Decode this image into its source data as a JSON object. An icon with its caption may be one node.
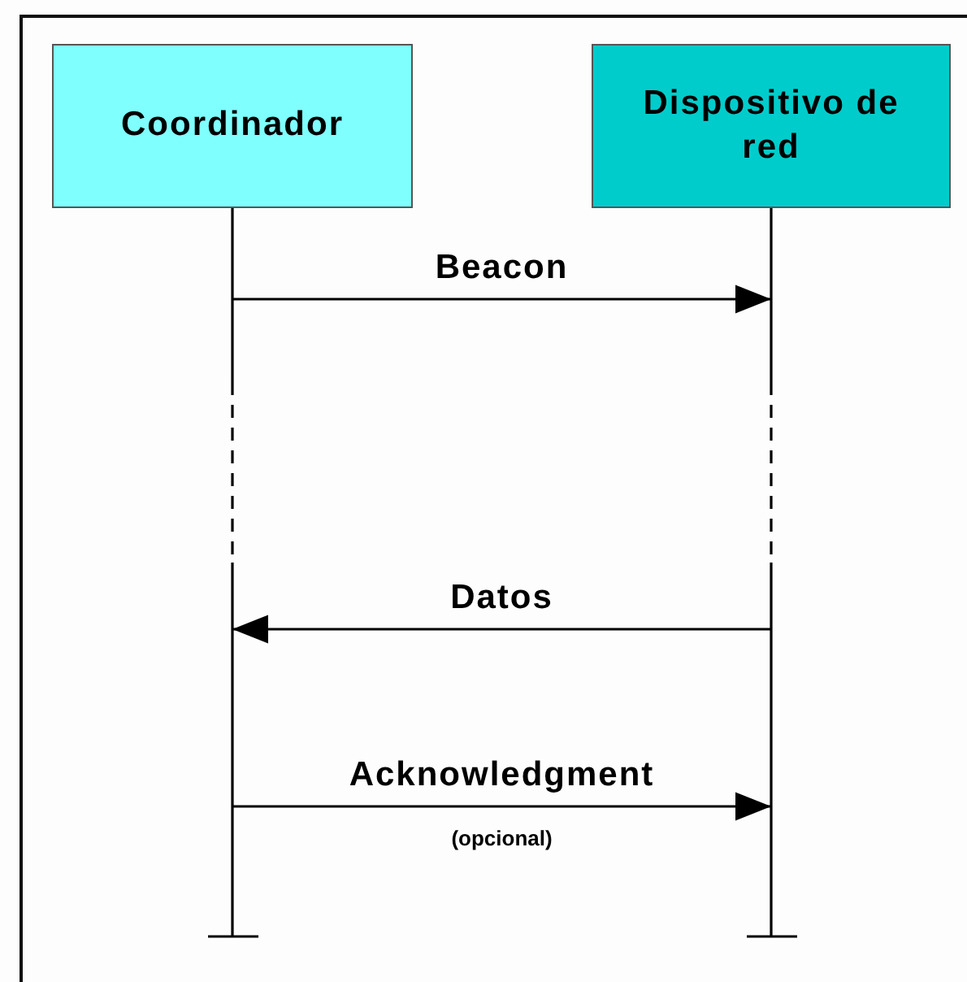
{
  "diagram": {
    "nodes": [
      {
        "text": [
          "Coordinador"
        ]
      },
      {
        "text": [
          "Dispositivo de red"
        ]
      }
    ],
    "edges": [
      {
        "from": 0,
        "to": 1,
        "arrow": "to",
        "label": "Beacon"
      },
      {
        "from": 1,
        "to": 0,
        "arrow": "to",
        "label": "Datos"
      },
      {
        "from": 0,
        "to": 1,
        "arrow": "to",
        "label": "Acknowledgment"
      }
    ],
    "labels": [
      "(opcional)"
    ]
  }
}
